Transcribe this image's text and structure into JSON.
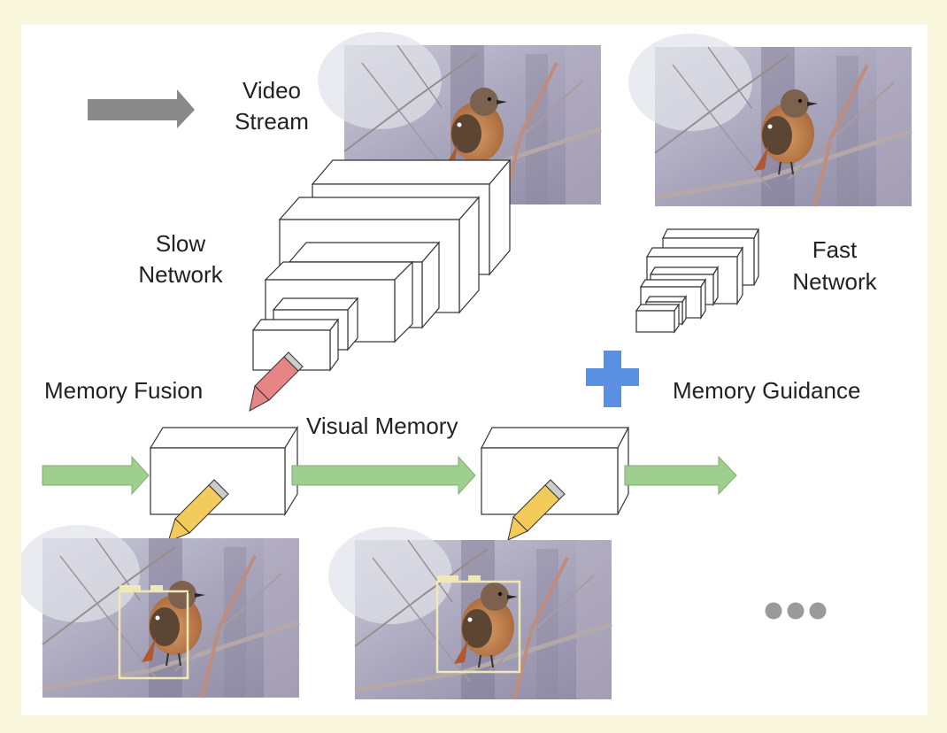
{
  "labels": {
    "video_stream_line1": "Video",
    "video_stream_line2": "Stream",
    "slow_network_line1": "Slow",
    "slow_network_line2": "Network",
    "fast_network_line1": "Fast",
    "fast_network_line2": "Network",
    "memory_fusion": "Memory Fusion",
    "memory_guidance": "Memory Guidance",
    "visual_memory": "Visual Memory"
  },
  "colors": {
    "page_background": "#f8f6dc",
    "panel_background": "#ffffff",
    "stream_arrow": "#8a8a8a",
    "memory_flow_arrow": "#9fcf8f",
    "fusion_arrow": "#e58585",
    "output_arrow": "#f3cb5a",
    "guidance_plus": "#5b8fe0",
    "ellipsis_dots": "#9a9a9a",
    "detection_box": "#efe9b8"
  },
  "icons": {
    "stream": "arrow-right-icon",
    "guidance": "plus-icon",
    "continuation": "ellipsis-icon"
  }
}
